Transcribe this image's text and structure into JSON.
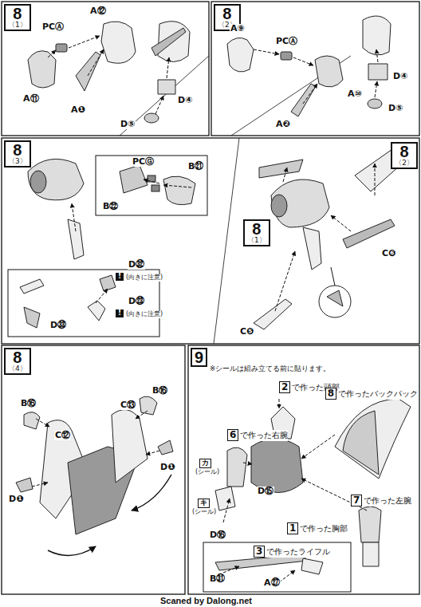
{
  "diagram": {
    "nodes": [
      {
        "text": [
          "8",
          "〈1〉"
        ]
      },
      {
        "text": [
          "8",
          "〈2〉"
        ]
      },
      {
        "text": [
          "8",
          "〈3〉"
        ]
      },
      {
        "text": [
          "8",
          "〈1〉"
        ]
      },
      {
        "text": [
          "8",
          "〈2〉"
        ]
      },
      {
        "text": [
          "8",
          "〈4〉"
        ]
      },
      {
        "text": [
          "9"
        ]
      },
      {
        "text": [
          "2",
          "で作った頭部"
        ]
      },
      {
        "text": [
          "8",
          "で作ったバックパック"
        ]
      },
      {
        "text": [
          "6",
          "で作った右腕"
        ]
      },
      {
        "text": [
          "1",
          "で作った胸部"
        ]
      },
      {
        "text": [
          "7",
          "で作った左腕"
        ]
      },
      {
        "text": [
          "3",
          "で作ったライフル"
        ]
      }
    ],
    "labels": [
      "A⑫",
      "PCⒶ",
      "A⑪",
      "A❶",
      "D⑤",
      "D④",
      "A⑨",
      "PCⒶ",
      "D④",
      "D⑤",
      "A⑩",
      "A❷",
      "PCⒼ",
      "B㉑",
      "B㉒",
      "D㉜",
      "!",
      "(向きに注意)",
      "D㉓",
      "!",
      "(向きに注意)",
      "D㉝",
      "C❻",
      "C❺",
      "B⑯",
      "C⑫",
      "C⑬",
      "B⑯",
      "D❶",
      "D❶",
      "※シールは組み立てる前に貼ります。",
      "カ",
      "(シール)",
      "D⑮",
      "キ",
      "(シール)",
      "D⑯",
      "B㉛",
      "A㉗",
      "Scaned by Dalong.net"
    ]
  }
}
